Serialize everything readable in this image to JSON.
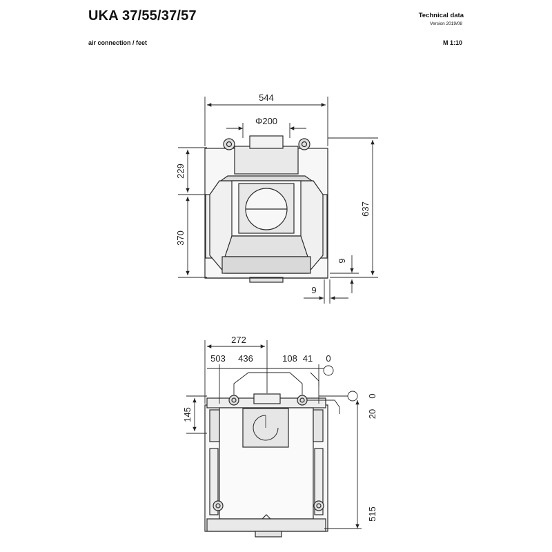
{
  "header": {
    "title": "UKA 37/55/37/57",
    "subtitle": "air connection / feet",
    "tech_label": "Technical data",
    "version": "Version 2019/08",
    "scale": "M 1:10"
  },
  "front_view": {
    "width_dim": "544",
    "flue_dim": "Φ200",
    "upper_height_dim": "229",
    "lower_height_dim": "370",
    "total_height_dim": "637",
    "foot_height_dim": "9",
    "foot_offset_dim": "9"
  },
  "plan_view": {
    "dim_272": "272",
    "dim_503": "503",
    "dim_436": "436",
    "dim_108": "108",
    "dim_41": "41",
    "dim_0_top": "0",
    "dim_145": "145",
    "dim_0_right": "0",
    "dim_20": "20",
    "dim_515": "515"
  },
  "colors": {
    "line": "#2a2a2a",
    "fill_light": "#ededed",
    "fill_mid": "#d6d6d6"
  }
}
